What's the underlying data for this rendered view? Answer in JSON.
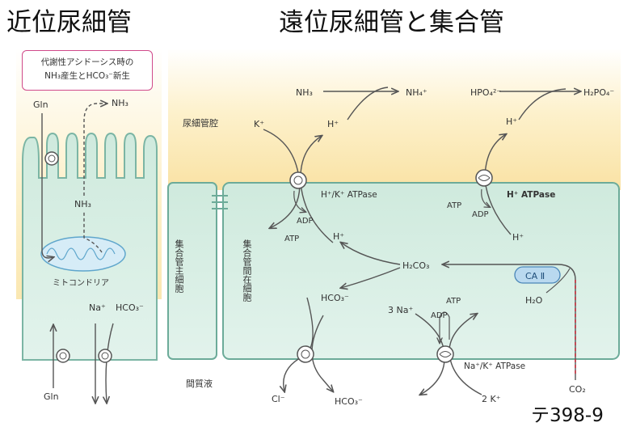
{
  "titles": {
    "left": "近位尿細管",
    "right": "遠位尿細管と集合管"
  },
  "note": {
    "line1": "代謝性アシドーシス時の",
    "line2": "NH₃産生とHCO₃⁻新生"
  },
  "proximal": {
    "gln_top": "Gln",
    "nh3_out": "NH₃",
    "nh3_mid": "NH₃",
    "mitochondria": "ミトコンドリア",
    "na": "Na⁺",
    "hco3": "HCO₃⁻",
    "gln_bottom": "Gln"
  },
  "regions": {
    "lumen": "尿細管腔",
    "interstitium": "間質液",
    "principal_cell": "集合管主細胞",
    "intercalated_cell": "集合管間在細胞"
  },
  "distal": {
    "nh3": "NH₃",
    "nh4": "NH₄⁺",
    "hpo4": "HPO₄²⁻",
    "h2po4": "H₂PO₄⁻",
    "k_lumen": "K⁺",
    "h_left": "H⁺",
    "h_right": "H⁺",
    "hk_atpase": "H⁺/K⁺ ATPase",
    "h_atpase": "H⁺ ATPase",
    "adp_left": "ADP",
    "atp_left": "ATP",
    "atp_right": "ATP",
    "adp_right": "ADP",
    "h_cell_left": "H⁺",
    "h_cell_right": "H⁺",
    "h2co3": "H₂CO₃",
    "ca2": "CA Ⅱ",
    "h2o": "H₂O",
    "hco3_cell": "HCO₃⁻",
    "three_na": "3 Na⁺",
    "adp_na": "ADP",
    "atp_na": "ATP",
    "na_k_atpase": "Na⁺/K⁺ ATPase",
    "cl": "Cl⁻",
    "hco3_out": "HCO₃⁻",
    "two_k": "2 K⁺",
    "co2": "CO₂"
  },
  "code": "テ398-9",
  "colors": {
    "lumen_yellow": "#fbe8b0",
    "cell_green": "#d3ece2",
    "cell_border": "#6cab99",
    "mito_blue": "#cfe7f3",
    "red_atom": "#e03020"
  }
}
